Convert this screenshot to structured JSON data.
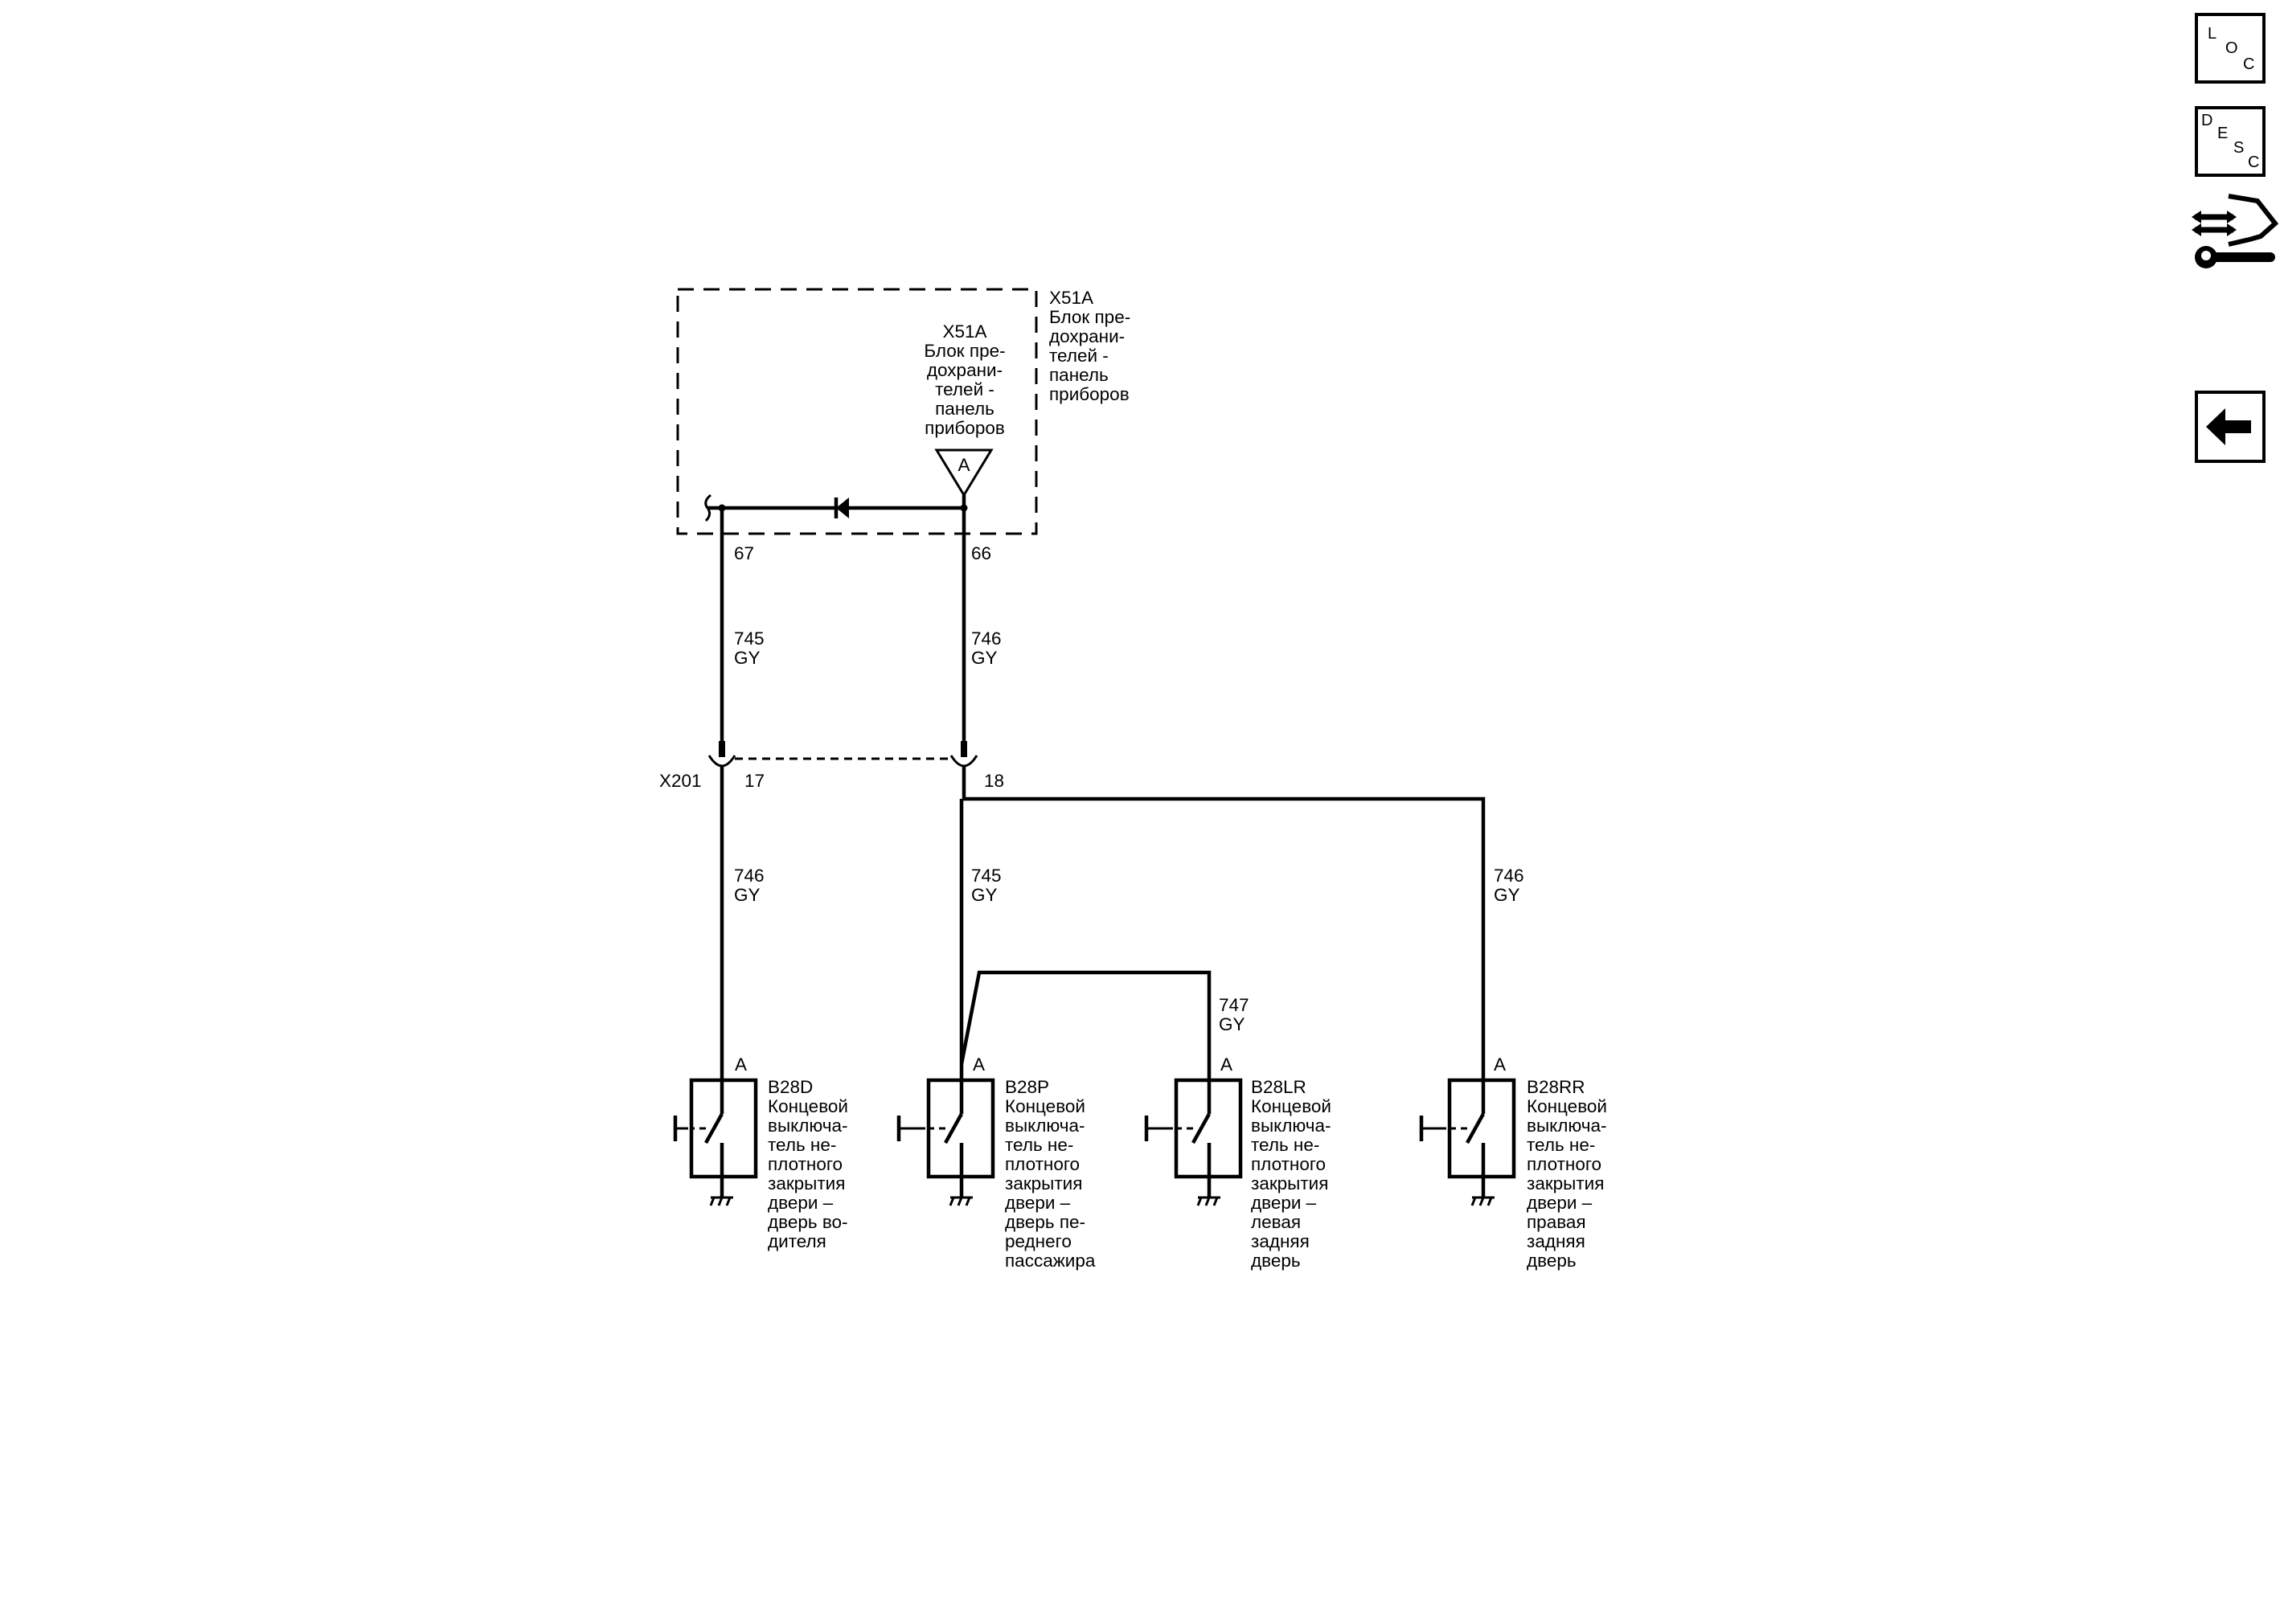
{
  "sidebar": {
    "loc": [
      "L",
      "O",
      "C"
    ],
    "desc": [
      "D",
      "E",
      "S",
      "C"
    ]
  },
  "fuse_block": {
    "outer_lines": [
      "X51A",
      "Блок пре-",
      "дохрани-",
      "телей -",
      "панель",
      "приборов"
    ],
    "inner_lines": [
      "X51A",
      "Блок пре-",
      "дохрани-",
      "телей -",
      "панель",
      "приборов"
    ],
    "connector_letter": "A",
    "pin_left": "67",
    "pin_right": "66"
  },
  "wires": {
    "w_left_top": [
      "745",
      "GY"
    ],
    "w_right_top": [
      "746",
      "GY"
    ],
    "w_driver": [
      "746",
      "GY"
    ],
    "w_passenger": [
      "745",
      "GY"
    ],
    "w_rear_left": [
      "747",
      "GY"
    ],
    "w_rear_right": [
      "746",
      "GY"
    ]
  },
  "connector_x201": {
    "name": "X201",
    "pin_left": "17",
    "pin_right": "18"
  },
  "switches": [
    {
      "pin": "A",
      "lines": [
        "B28D",
        "Концевой",
        "выключа-",
        "тель не-",
        "плотного",
        "закрытия",
        "двери –",
        "дверь во-",
        "дителя"
      ]
    },
    {
      "pin": "A",
      "lines": [
        "B28P",
        "Концевой",
        "выключа-",
        "тель не-",
        "плотного",
        "закрытия",
        "двери –",
        "дверь пе-",
        "реднего",
        "пассажира"
      ]
    },
    {
      "pin": "A",
      "lines": [
        "B28LR",
        "Концевой",
        "выключа-",
        "тель не-",
        "плотного",
        "закрытия",
        "двери –",
        "левая",
        "задняя",
        "дверь"
      ]
    },
    {
      "pin": "A",
      "lines": [
        "B28RR",
        "Концевой",
        "выключа-",
        "тель не-",
        "плотного",
        "закрытия",
        "двери –",
        "правая",
        "задняя",
        "дверь"
      ]
    }
  ]
}
